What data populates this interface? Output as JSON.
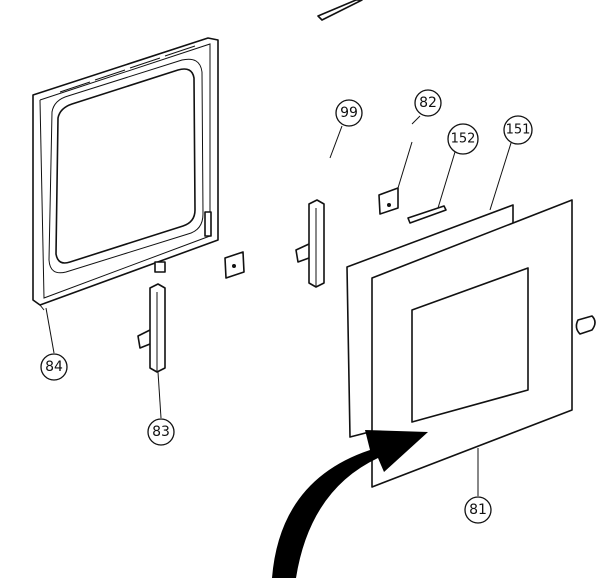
{
  "diagram": {
    "callouts": [
      {
        "id": "99",
        "label": "99"
      },
      {
        "id": "82",
        "label": "82"
      },
      {
        "id": "152",
        "label": "152"
      },
      {
        "id": "151",
        "label": "151"
      },
      {
        "id": "84",
        "label": "84"
      },
      {
        "id": "83",
        "label": "83"
      },
      {
        "id": "81",
        "label": "81"
      }
    ],
    "colors": {
      "line": "#111111",
      "background": "#ffffff",
      "arrow": "#000000"
    }
  }
}
